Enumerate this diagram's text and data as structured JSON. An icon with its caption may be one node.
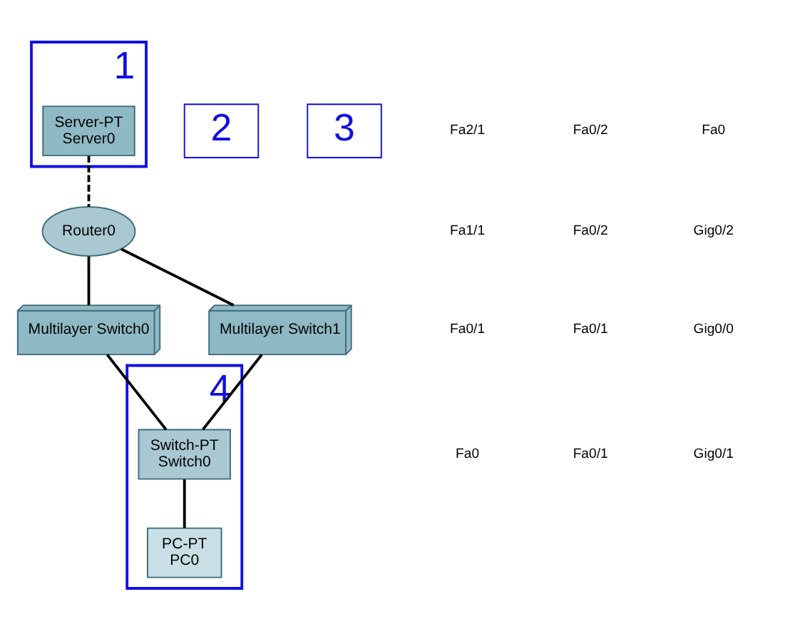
{
  "diagram": {
    "nodes": [
      {
        "text": [
          "1"
        ]
      },
      {
        "text": [
          "Server-PT",
          "Server0"
        ],
        "in": 0
      },
      {
        "text": [
          "Router0"
        ]
      },
      {
        "text": [
          "2"
        ]
      },
      {
        "text": [
          "3"
        ]
      },
      {
        "text": [
          "Multilayer Switch0"
        ]
      },
      {
        "text": [
          "Multilayer Switch1"
        ]
      },
      {
        "text": [
          "4"
        ]
      },
      {
        "text": [
          "Switch-PT",
          "Switch0"
        ],
        "in": 7
      },
      {
        "text": [
          "PC-PT",
          "PC0"
        ],
        "in": 7
      }
    ],
    "edges": [
      {
        "from": 1,
        "to": 2,
        "arrow": "none",
        "style": "dashed"
      },
      {
        "from": 2,
        "to": 5,
        "arrow": "none"
      },
      {
        "from": 2,
        "to": 6,
        "arrow": "none"
      },
      {
        "from": 5,
        "to": 8,
        "arrow": "none"
      },
      {
        "from": 6,
        "to": 8,
        "arrow": "none"
      },
      {
        "from": 8,
        "to": 9,
        "arrow": "none"
      }
    ],
    "labels": [
      "Fa0",
      "Gig0/2",
      "Gig0/0",
      "Gig0/1",
      "Fa0/2",
      "Fa0/2",
      "Fa0/1",
      "Fa0/1",
      "Fa2/1",
      "Fa1/1",
      "Fa0/1",
      "Fa0"
    ]
  }
}
